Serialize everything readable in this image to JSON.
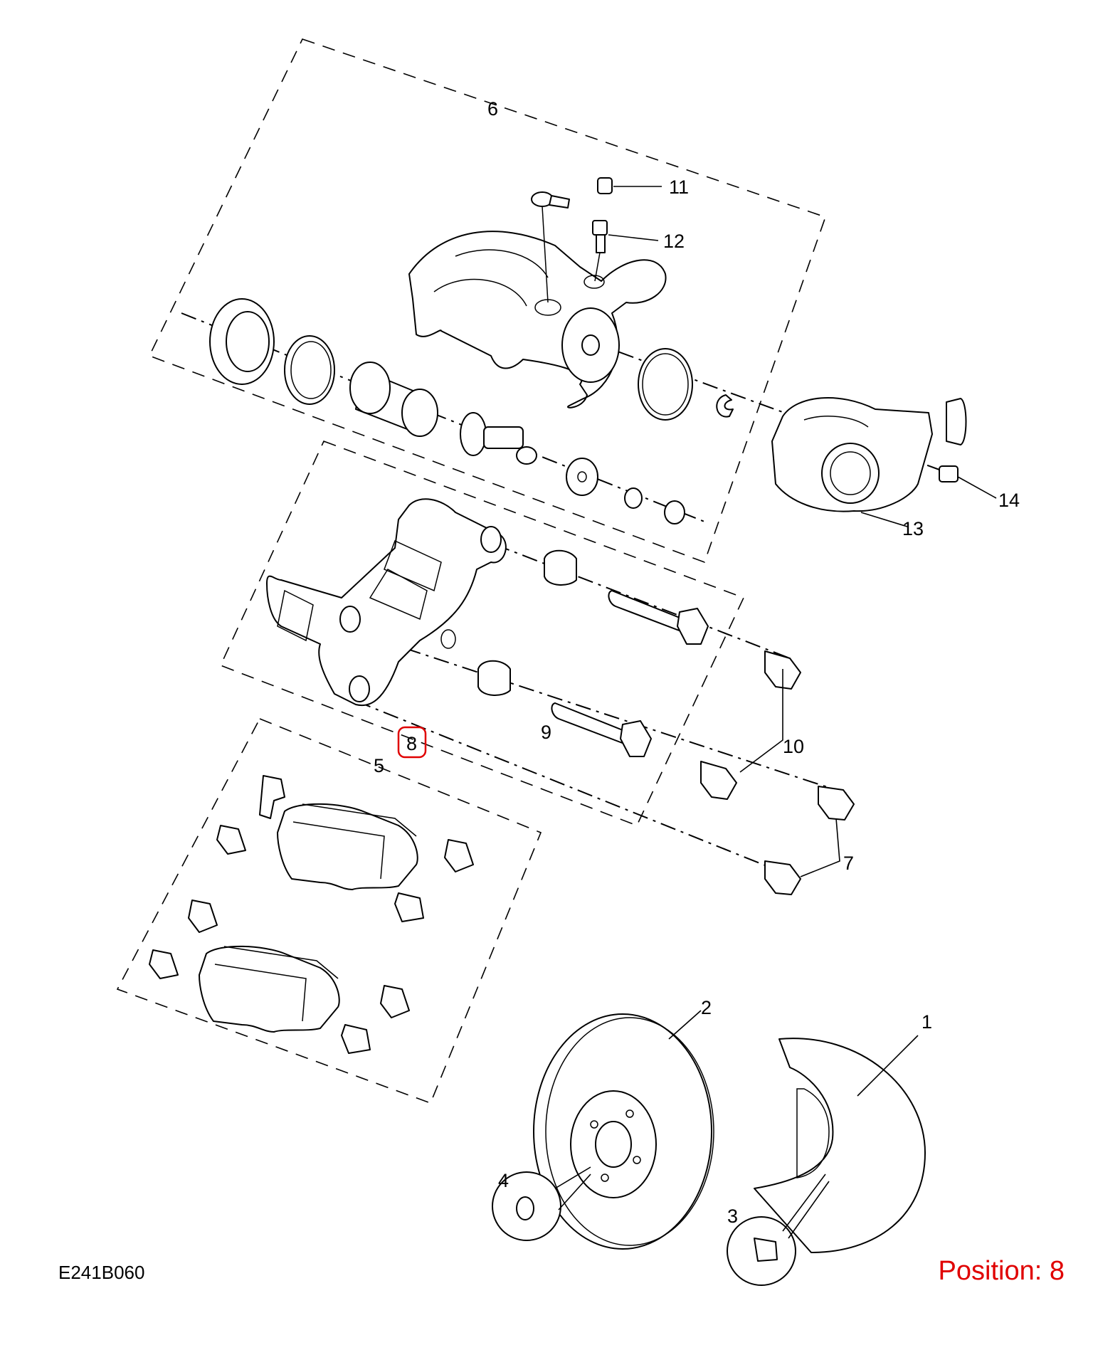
{
  "diagram": {
    "id_label": "E241B060",
    "position_text": "Position: 8",
    "highlight_color": "#e00000",
    "callouts": [
      "1",
      "2",
      "3",
      "4",
      "5",
      "6",
      "7",
      "8",
      "9",
      "10",
      "11",
      "12",
      "13",
      "14"
    ],
    "highlighted_callout": "8"
  }
}
